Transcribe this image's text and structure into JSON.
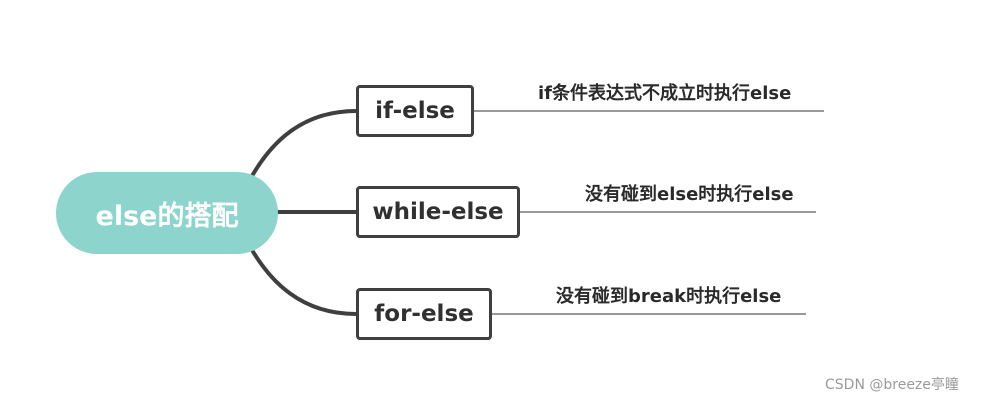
{
  "central_topic": {
    "label": "else的搭配",
    "color": "#8dd5cc"
  },
  "branches": [
    {
      "label": "if-else",
      "note": "if条件表达式不成立时执行else"
    },
    {
      "label": "while-else",
      "note": "没有碰到else时执行else"
    },
    {
      "label": "for-else",
      "note": "没有碰到break时执行else"
    }
  ],
  "colors": {
    "connector": "#3f3f3f",
    "note_line": "#333333"
  },
  "watermark": "CSDN @breeze亭瞳"
}
